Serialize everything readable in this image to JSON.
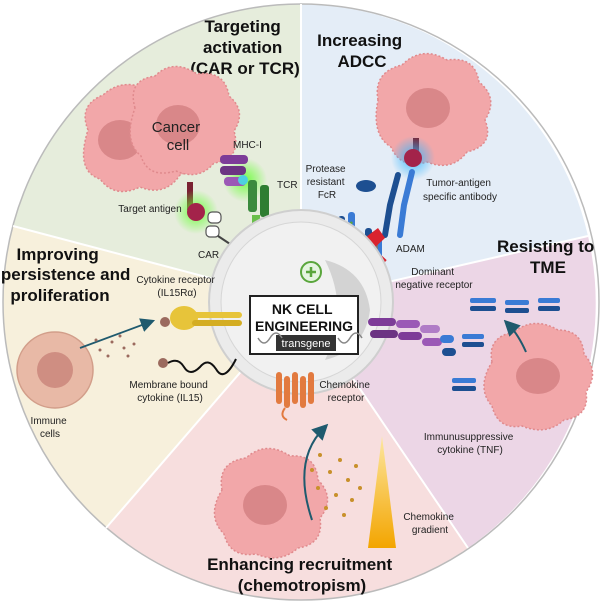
{
  "sections": {
    "targeting": [
      "Targeting",
      "activation",
      "(CAR or TCR)"
    ],
    "adcc": [
      "Increasing",
      "ADCC"
    ],
    "tme": [
      "Resisting to",
      "TME"
    ],
    "recruitment": [
      "Enhancing recruitment",
      "(chemotropism)"
    ],
    "persistence": [
      "Improving",
      "persistence and",
      "proliferation"
    ]
  },
  "center": {
    "title": [
      "NK CELL",
      "ENGINEERING"
    ],
    "transgene": "transgene"
  },
  "labels": {
    "cancer_cell": [
      "Cancer",
      "cell"
    ],
    "mhc": "MHC-I",
    "tcr": "TCR",
    "target_antigen": "Target antigen",
    "car": "CAR",
    "protease_fcr": [
      "Protease",
      "resistant",
      "FcR"
    ],
    "tumor_antibody": [
      "Tumor-antigen",
      "specific antibody"
    ],
    "adam": "ADAM",
    "dominant_negative": [
      "Dominant",
      "negative receptor"
    ],
    "immunosuppressive": [
      "Immunusuppressive",
      "cytokine (TNF)"
    ],
    "chemokine_receptor": [
      "Chemokine",
      "receptor"
    ],
    "chemokine_gradient": [
      "Chemokine",
      "gradient"
    ],
    "cytokine_receptor": [
      "Cytokine receptor",
      "(IL15Rα)"
    ],
    "membrane_cytokine": [
      "Membrane bound",
      "cytokine (IL15)"
    ],
    "immune_cells": [
      "Immune",
      "cells"
    ]
  },
  "colors": {
    "targeting_bg": "#e6eddc",
    "adcc_bg": "#e4edf7",
    "tme_bg": "#ecd6e6",
    "recruitment_bg": "#f7dede",
    "persistence_bg": "#f7f0dc",
    "cancer_cell": "#f2a7a9",
    "arrow_green": "#5aa63c"
  }
}
